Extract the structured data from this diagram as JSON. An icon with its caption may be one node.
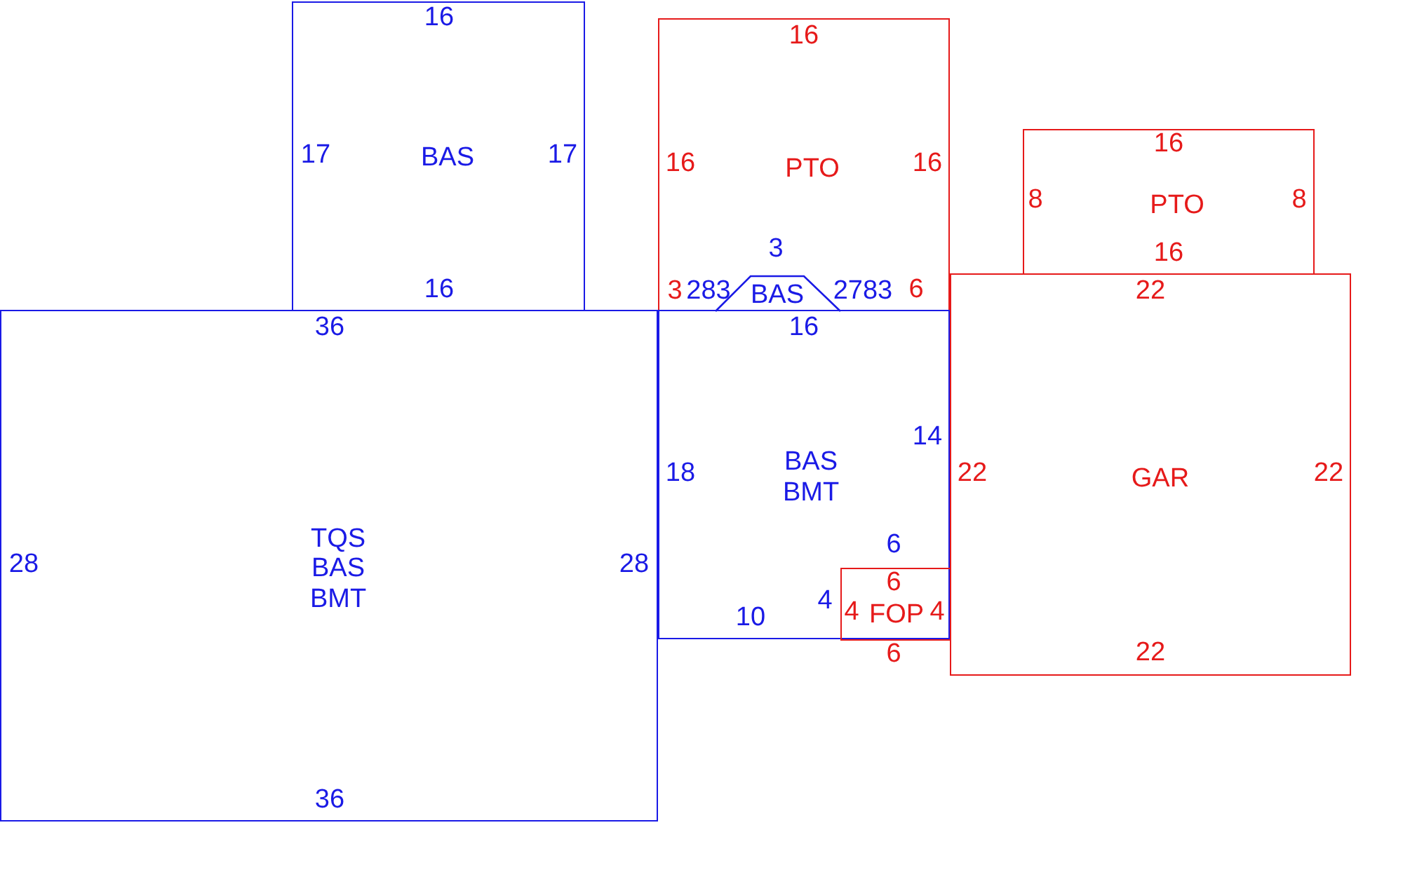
{
  "diagram": {
    "nodes": [
      {
        "text": [
          "BAS"
        ]
      },
      {
        "text": [
          "PTO"
        ]
      },
      {
        "text": [
          "PTO"
        ]
      },
      {
        "text": [
          "BAS"
        ],
        "in": 1
      },
      {
        "text": [
          "TQS",
          "BAS",
          "BMT"
        ]
      },
      {
        "text": [
          "BAS",
          "BMT"
        ]
      },
      {
        "text": [
          "GAR"
        ]
      },
      {
        "text": [
          "FOP"
        ],
        "in": 5
      }
    ],
    "edges": [],
    "labels": [
      "16",
      "16",
      "16",
      "17",
      "17",
      "16",
      "16",
      "8",
      "8",
      "3",
      "16",
      "16",
      "3",
      "283",
      "2783",
      "6",
      "22",
      "36",
      "16",
      "14",
      "18",
      "22",
      "22",
      "6",
      "28",
      "28",
      "6",
      "10",
      "4",
      "4",
      "4",
      "6",
      "22",
      "36"
    ]
  }
}
